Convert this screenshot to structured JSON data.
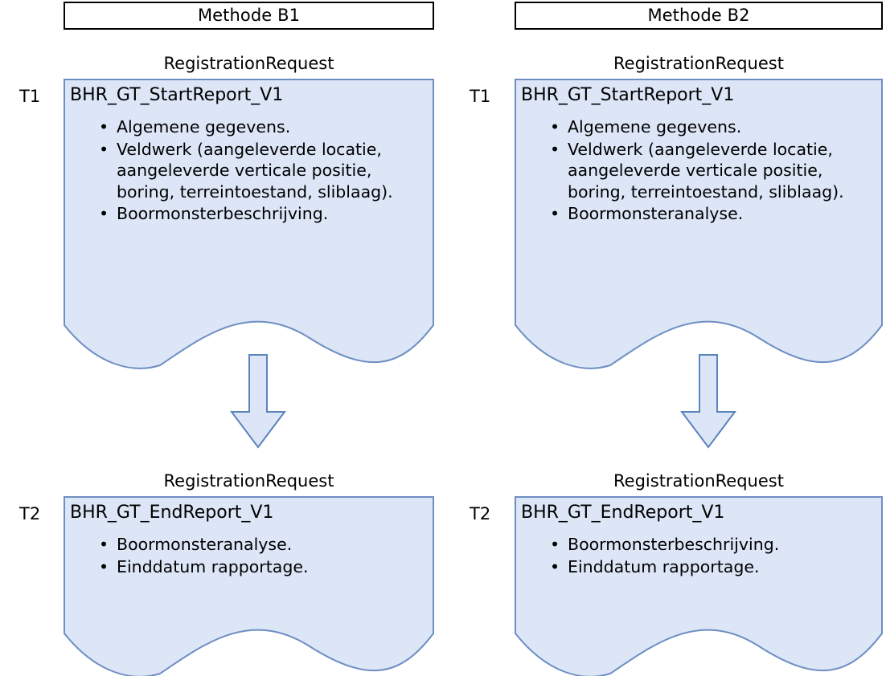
{
  "colors": {
    "doc_fill": "#DCE6F7",
    "doc_stroke": "#6E8EC2",
    "header_border": "#000000",
    "arrow_fill": "#DCE6F7",
    "arrow_stroke": "#5B83BC",
    "text": "#000000",
    "page_background": "#FFFFFF"
  },
  "columns": [
    {
      "header": "Methode B1",
      "steps": [
        {
          "time_label": "T1",
          "caption": "RegistrationRequest",
          "title": "BHR_GT_StartReport_V1",
          "items": [
            "Algemene gegevens.",
            "Veldwerk (aangeleverde locatie, aangeleverde verticale positie, boring, terreintoestand, sliblaag).",
            "Boormonsterbeschrijving."
          ]
        },
        {
          "time_label": "T2",
          "caption": "RegistrationRequest",
          "title": "BHR_GT_EndReport_V1",
          "items": [
            "Boormonsteranalyse.",
            "Einddatum rapportage."
          ]
        }
      ]
    },
    {
      "header": "Methode B2",
      "steps": [
        {
          "time_label": "T1",
          "caption": "RegistrationRequest",
          "title": "BHR_GT_StartReport_V1",
          "items": [
            "Algemene gegevens.",
            "Veldwerk (aangeleverde locatie, aangeleverde verticale positie, boring, terreintoestand, sliblaag).",
            "Boormonsteranalyse."
          ]
        },
        {
          "time_label": "T2",
          "caption": "RegistrationRequest",
          "title": "BHR_GT_EndReport_V1",
          "items": [
            "Boormonsterbeschrijving.",
            "Einddatum rapportage."
          ]
        }
      ]
    }
  ],
  "arrows": [
    {
      "name": "flow-arrow-b1",
      "direction": "down"
    },
    {
      "name": "flow-arrow-b2",
      "direction": "down"
    }
  ],
  "bullet_glyph": "•"
}
